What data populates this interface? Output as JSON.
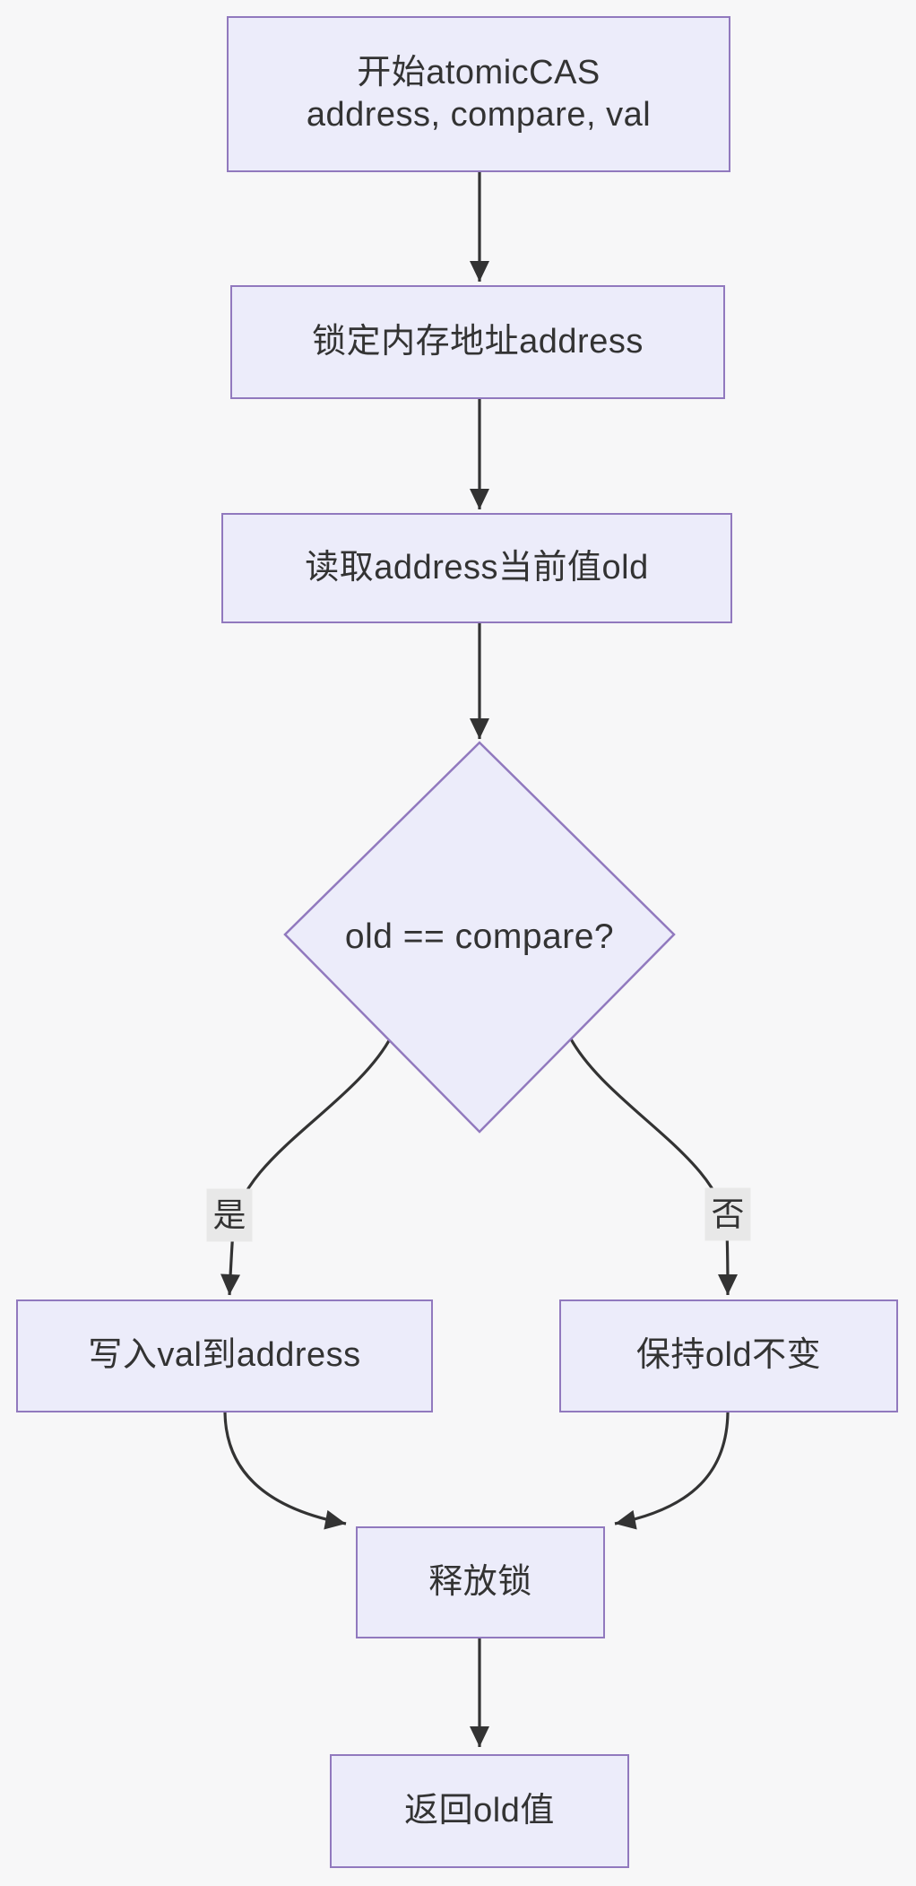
{
  "diagram": {
    "type": "flowchart",
    "direction": "top-down",
    "nodes": {
      "start": {
        "shape": "rect",
        "label_line1": "开始atomicCAS",
        "label_line2": "address, compare, val"
      },
      "lock": {
        "shape": "rect",
        "label": "锁定内存地址address"
      },
      "read": {
        "shape": "rect",
        "label": "读取address当前值old"
      },
      "decision": {
        "shape": "diamond",
        "label": "old == compare?"
      },
      "write": {
        "shape": "rect",
        "label": "写入val到address"
      },
      "keep": {
        "shape": "rect",
        "label": "保持old不变"
      },
      "release": {
        "shape": "rect",
        "label": "释放锁"
      },
      "return": {
        "shape": "rect",
        "label": "返回old值"
      }
    },
    "edges": [
      {
        "from": "start",
        "to": "lock",
        "label": ""
      },
      {
        "from": "lock",
        "to": "read",
        "label": ""
      },
      {
        "from": "read",
        "to": "decision",
        "label": ""
      },
      {
        "from": "decision",
        "to": "write",
        "label": "是"
      },
      {
        "from": "decision",
        "to": "keep",
        "label": "否"
      },
      {
        "from": "write",
        "to": "release",
        "label": ""
      },
      {
        "from": "keep",
        "to": "release",
        "label": ""
      },
      {
        "from": "release",
        "to": "return",
        "label": ""
      }
    ],
    "colors": {
      "background": "#f7f7f8",
      "node_fill": "#ececfa",
      "node_border": "#9179be",
      "edge_stroke": "#333333",
      "text": "#333333",
      "edge_label_bg": "#e8e8e8"
    }
  }
}
